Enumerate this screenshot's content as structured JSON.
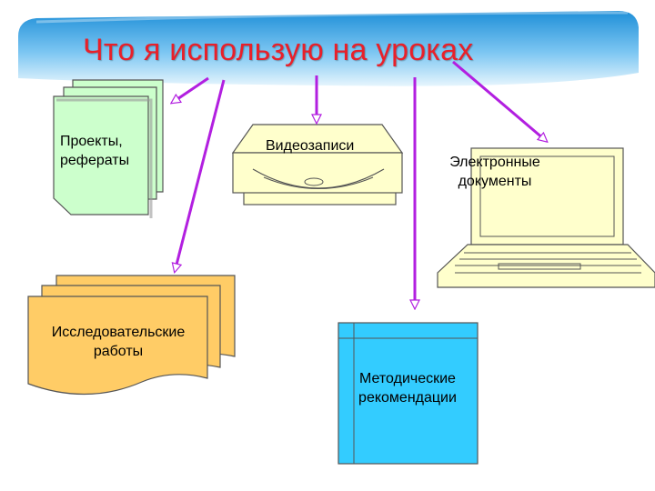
{
  "slide": {
    "title": "Что я использую на уроках",
    "colors": {
      "title": "#e8202a",
      "arrow": "#b21fe0",
      "banner_top": "#1f8fd8",
      "banner_bottom": "#c9e9fb",
      "docs_fill": "#ccffcc",
      "research_fill": "#ffcc66",
      "methods_fill": "#33ccff",
      "device_fill": "#ffffcc"
    }
  },
  "items": {
    "projects": {
      "line1": "Проекты,",
      "line2": "рефераты",
      "icon": "multi-document-icon"
    },
    "video": {
      "label": "Видеозаписи",
      "icon": "disk-drive-icon"
    },
    "edocs": {
      "line1": "Электронные",
      "line2": "документы",
      "icon": "laptop-icon"
    },
    "research": {
      "line1": "Исследовательские",
      "line2": "работы",
      "icon": "multi-document-icon"
    },
    "methods": {
      "line1": "Методические",
      "line2": "рекомендации",
      "icon": "book-icon"
    }
  }
}
